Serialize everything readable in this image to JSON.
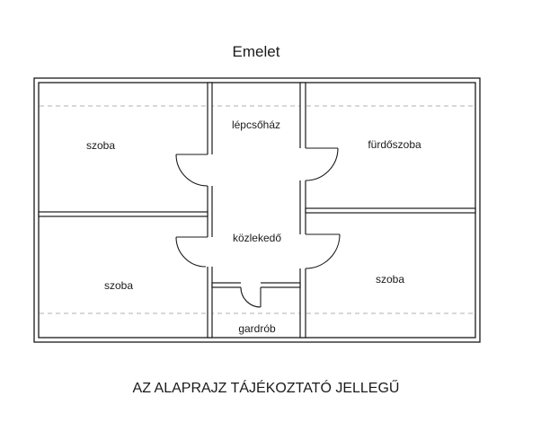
{
  "plan": {
    "title": "Emelet",
    "disclaimer": "AZ ALAPRAJZ TÁJÉKOZTATÓ JELLEGŰ",
    "rooms": {
      "top_left": "szoba",
      "stair": "lépcsőház",
      "bathroom": "fürdőszoba",
      "bottom_left": "szoba",
      "corridor": "közlekedő",
      "bottom_right": "szoba",
      "wardrobe": "gardrób"
    },
    "colors": {
      "wall": "#1a1a1a",
      "wall_fill": "#ffffff",
      "dash": "#b0b0b0",
      "text": "#1a1a1a"
    }
  }
}
